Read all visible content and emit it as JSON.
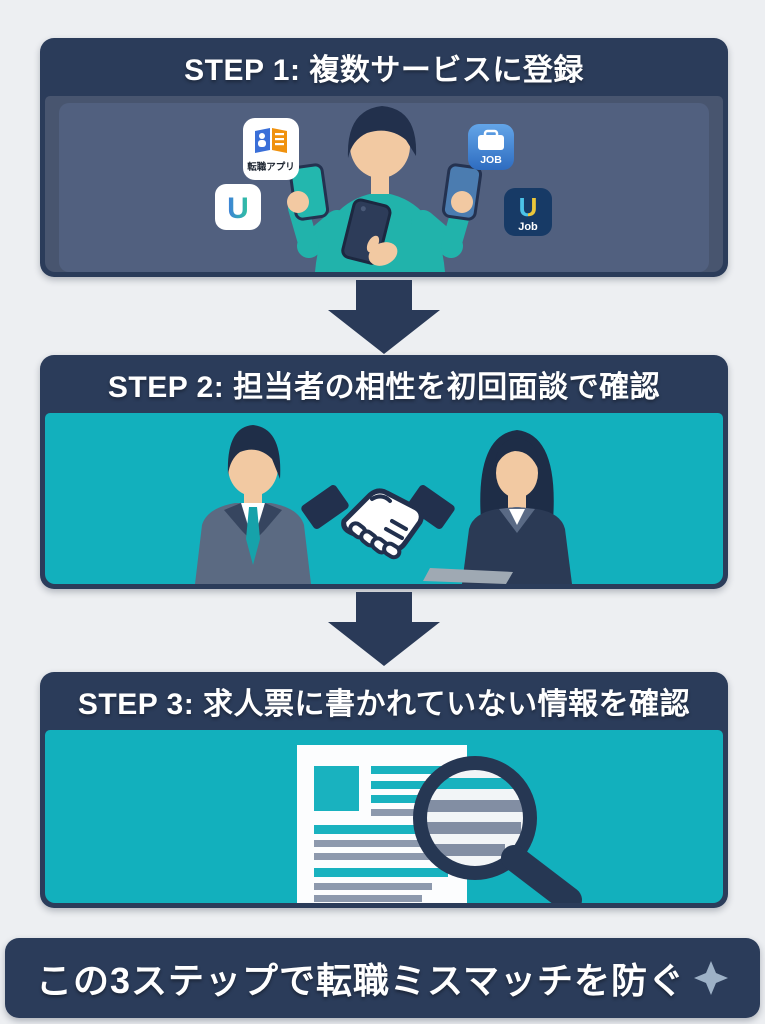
{
  "colors": {
    "page_bg": "#edeff2",
    "panel_navy": "#2b3c5a",
    "panel_teal": "#12b0bd",
    "panel_slate": "#48556f",
    "arrow_navy": "#2a3a58",
    "skin": "#f2c9a2",
    "shirt_teal": "#21b3ab",
    "sparkle": "#9db1c7"
  },
  "steps": [
    {
      "title": "STEP 1: 複数サービスに登録"
    },
    {
      "title": "STEP 2: 担当者の相性を初回面談で確認"
    },
    {
      "title": "STEP 3: 求人票に書かれていない情報を確認"
    }
  ],
  "step1_icons": {
    "resume_app_label": "転職アプリ",
    "u_service_letter": "U",
    "job_app_label": "JOB",
    "u_job_letter": "U",
    "u_job_label": "Job"
  },
  "footer": {
    "text": "この3ステップで転職ミスマッチを防ぐ",
    "sparkle_icon": "sparkle-icon"
  }
}
